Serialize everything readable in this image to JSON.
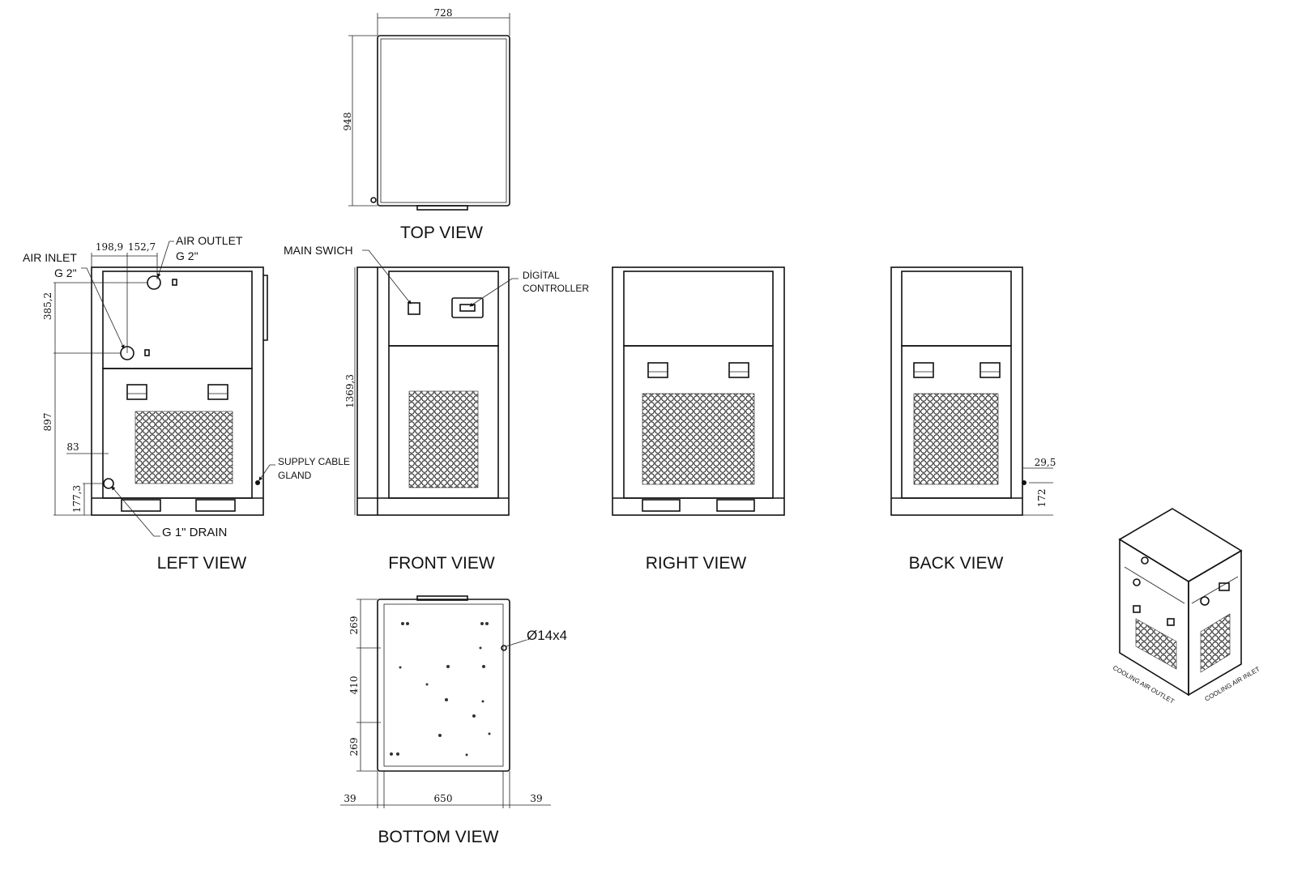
{
  "views": {
    "top": {
      "title": "TOP VIEW",
      "width_dim": "728",
      "depth_dim": "948"
    },
    "left": {
      "title": "LEFT VIEW",
      "dims": {
        "inlet_offset": "198,9",
        "outlet_offset": "152,7",
        "outlet_to_inlet": "385,2",
        "inlet_height": "897",
        "drain_offset": "83",
        "drain_height": "177,3"
      },
      "labels": {
        "air_inlet": "AIR INLET",
        "air_inlet_size": "G 2\"",
        "air_outlet": "AIR OUTLET",
        "air_outlet_size": "G 2\"",
        "supply_cable_1": "SUPPLY CABLE",
        "supply_cable_2": "GLAND",
        "drain": "G 1\" DRAIN"
      }
    },
    "front": {
      "title": "FRONT VIEW",
      "height_dim": "1369,3",
      "labels": {
        "main_switch": "MAIN SWICH",
        "controller_1": "DİGİTAL",
        "controller_2": "CONTROLLER"
      }
    },
    "right": {
      "title": "RIGHT VIEW"
    },
    "back": {
      "title": "BACK VIEW",
      "dims": {
        "gland_offset": "29,5",
        "gland_height": "172"
      }
    },
    "bottom": {
      "title": "BOTTOM VIEW",
      "dims": {
        "v1": "269",
        "v2": "410",
        "v3": "269",
        "h_left": "39",
        "h_mid": "650",
        "h_right": "39"
      },
      "hole_label": "Ø14x4"
    },
    "isometric": {
      "outlet_label": "COOLING AIR OUTLET",
      "inlet_label": "COOLING AIR INLET"
    }
  }
}
